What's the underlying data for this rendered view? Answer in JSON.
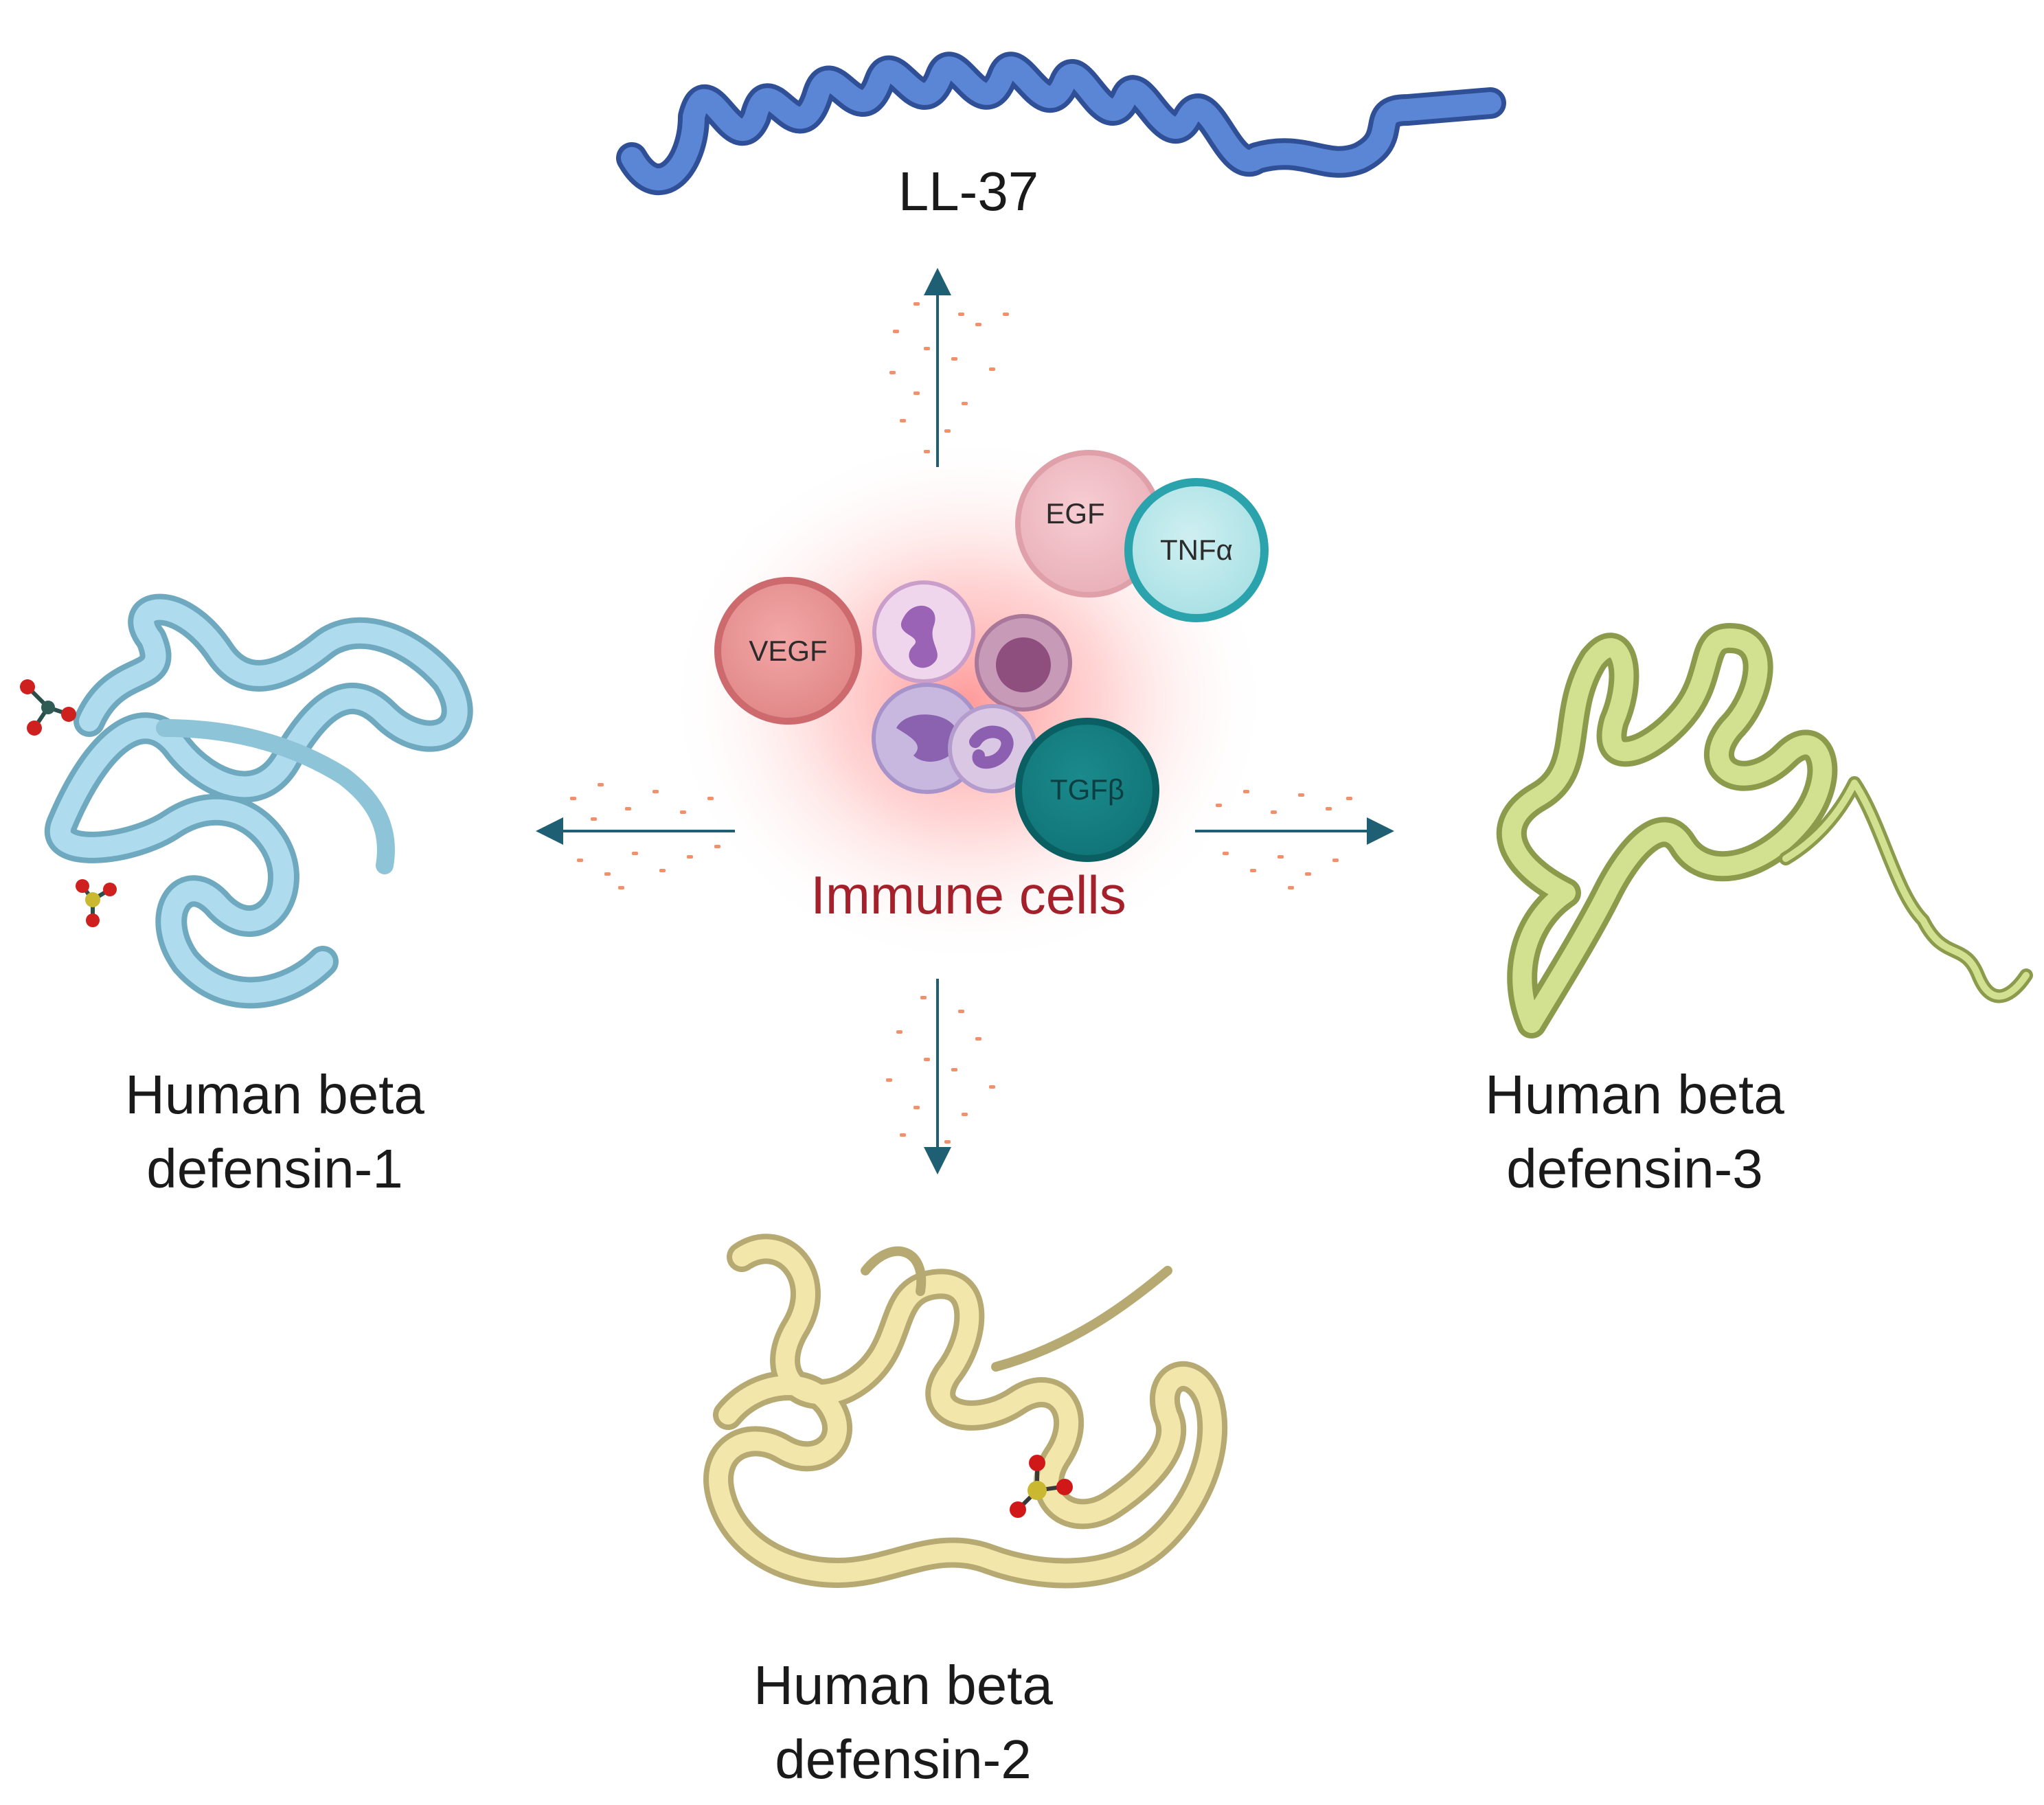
{
  "labels": {
    "ll37": "LL-37",
    "hbd1_line1": "Human beta",
    "hbd1_line2": "defensin-1",
    "hbd2_line1": "Human beta",
    "hbd2_line2": "defensin-2",
    "hbd3_line1": "Human beta",
    "hbd3_line2": "defensin-3",
    "center": "Immune cells"
  },
  "factors": {
    "vegf": "VEGF",
    "egf": "EGF",
    "tnfa": "TNFα",
    "tgfb": "TGFβ"
  },
  "colors": {
    "ll37_helix": "#4a72c4",
    "hbd1_ribbon": "#a9d8ea",
    "hbd2_ribbon": "#efe1a4",
    "hbd3_ribbon": "#c9d98a",
    "arrow": "#1f5f73",
    "particles": "#f0916b",
    "center_glow": "#ff5c5c",
    "immune_label": "#a4212b"
  },
  "icons": [
    "ll37-helix-icon",
    "hbd1-structure-icon",
    "hbd2-structure-icon",
    "hbd3-structure-icon",
    "neutrophil-icon",
    "monocyte-icon",
    "lymphocyte-icon",
    "arrow-up-icon",
    "arrow-down-icon",
    "arrow-left-icon",
    "arrow-right-icon"
  ]
}
